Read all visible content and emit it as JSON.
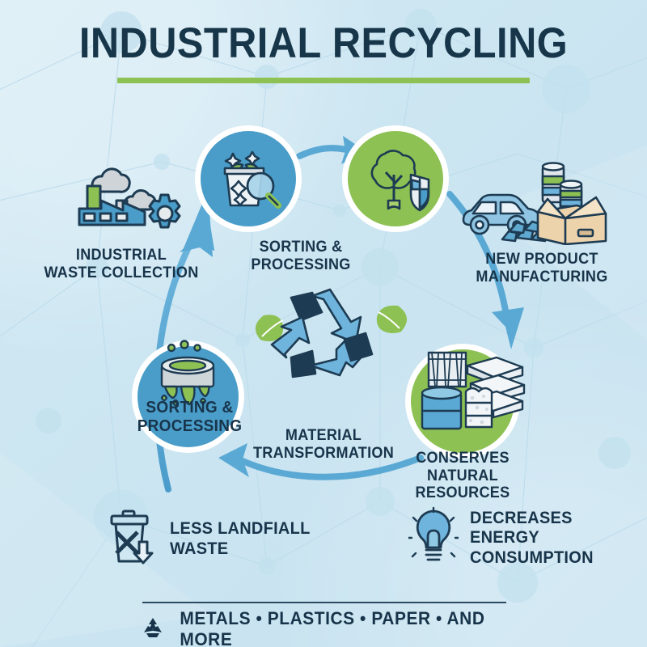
{
  "header": {
    "title": "INDUSTRIAL RECYCLING",
    "rule_color": "#8dc153"
  },
  "theme": {
    "background": "#cde6f1",
    "navy": "#18344a",
    "blue": "#4a9dc9",
    "green": "#8dc153",
    "arrow_blue": "#5aa9d4",
    "white": "#ffffff"
  },
  "cycle": {
    "nodes": [
      {
        "id": "industrial-waste-collection",
        "label": "INDUSTRIAL\nWASTE COLLECTION",
        "icon": "factory-icon",
        "style": "plain"
      },
      {
        "id": "sorting-processing-top",
        "label": "SORTING &\nPROCESSING",
        "icon": "bin-magnifier-icon",
        "style": "blue-circle"
      },
      {
        "id": "conserves-shield",
        "label": "",
        "icon": "tree-shield-icon",
        "style": "green-circle"
      },
      {
        "id": "new-product-manufacturing",
        "label": "NEW PRODUCT\nMANUFACTURING",
        "icon": "car-box-cans-icon",
        "style": "plain"
      },
      {
        "id": "conserves-natural-resources",
        "label": "CONSERVES\nNATURAL RESOURCES",
        "icon": "bales-icon",
        "style": "green-circle"
      },
      {
        "id": "material-transformation",
        "label": "MATERIAL\nTRANSFORMATION",
        "icon": "",
        "style": "text-only"
      },
      {
        "id": "sorting-processing-left",
        "label": "SORTING &\nPROCESSING",
        "icon": "melting-vat-icon",
        "style": "blue-circle"
      }
    ],
    "center_icon": "recycle-symbol-with-leaves"
  },
  "benefits": [
    {
      "id": "less-landfill-waste",
      "label": "LESS LANDFIALL\nWASTE",
      "icon": "trash-bin-x-down-arrow-icon"
    },
    {
      "id": "decreases-energy-consumption",
      "label": "DECREASES ENERGY\nCONSUMPTION",
      "icon": "lightbulb-icon"
    }
  ],
  "footer": {
    "icon": "recycle-icon",
    "text": "METALS • PLASTICS • PAPER • AND MORE"
  }
}
